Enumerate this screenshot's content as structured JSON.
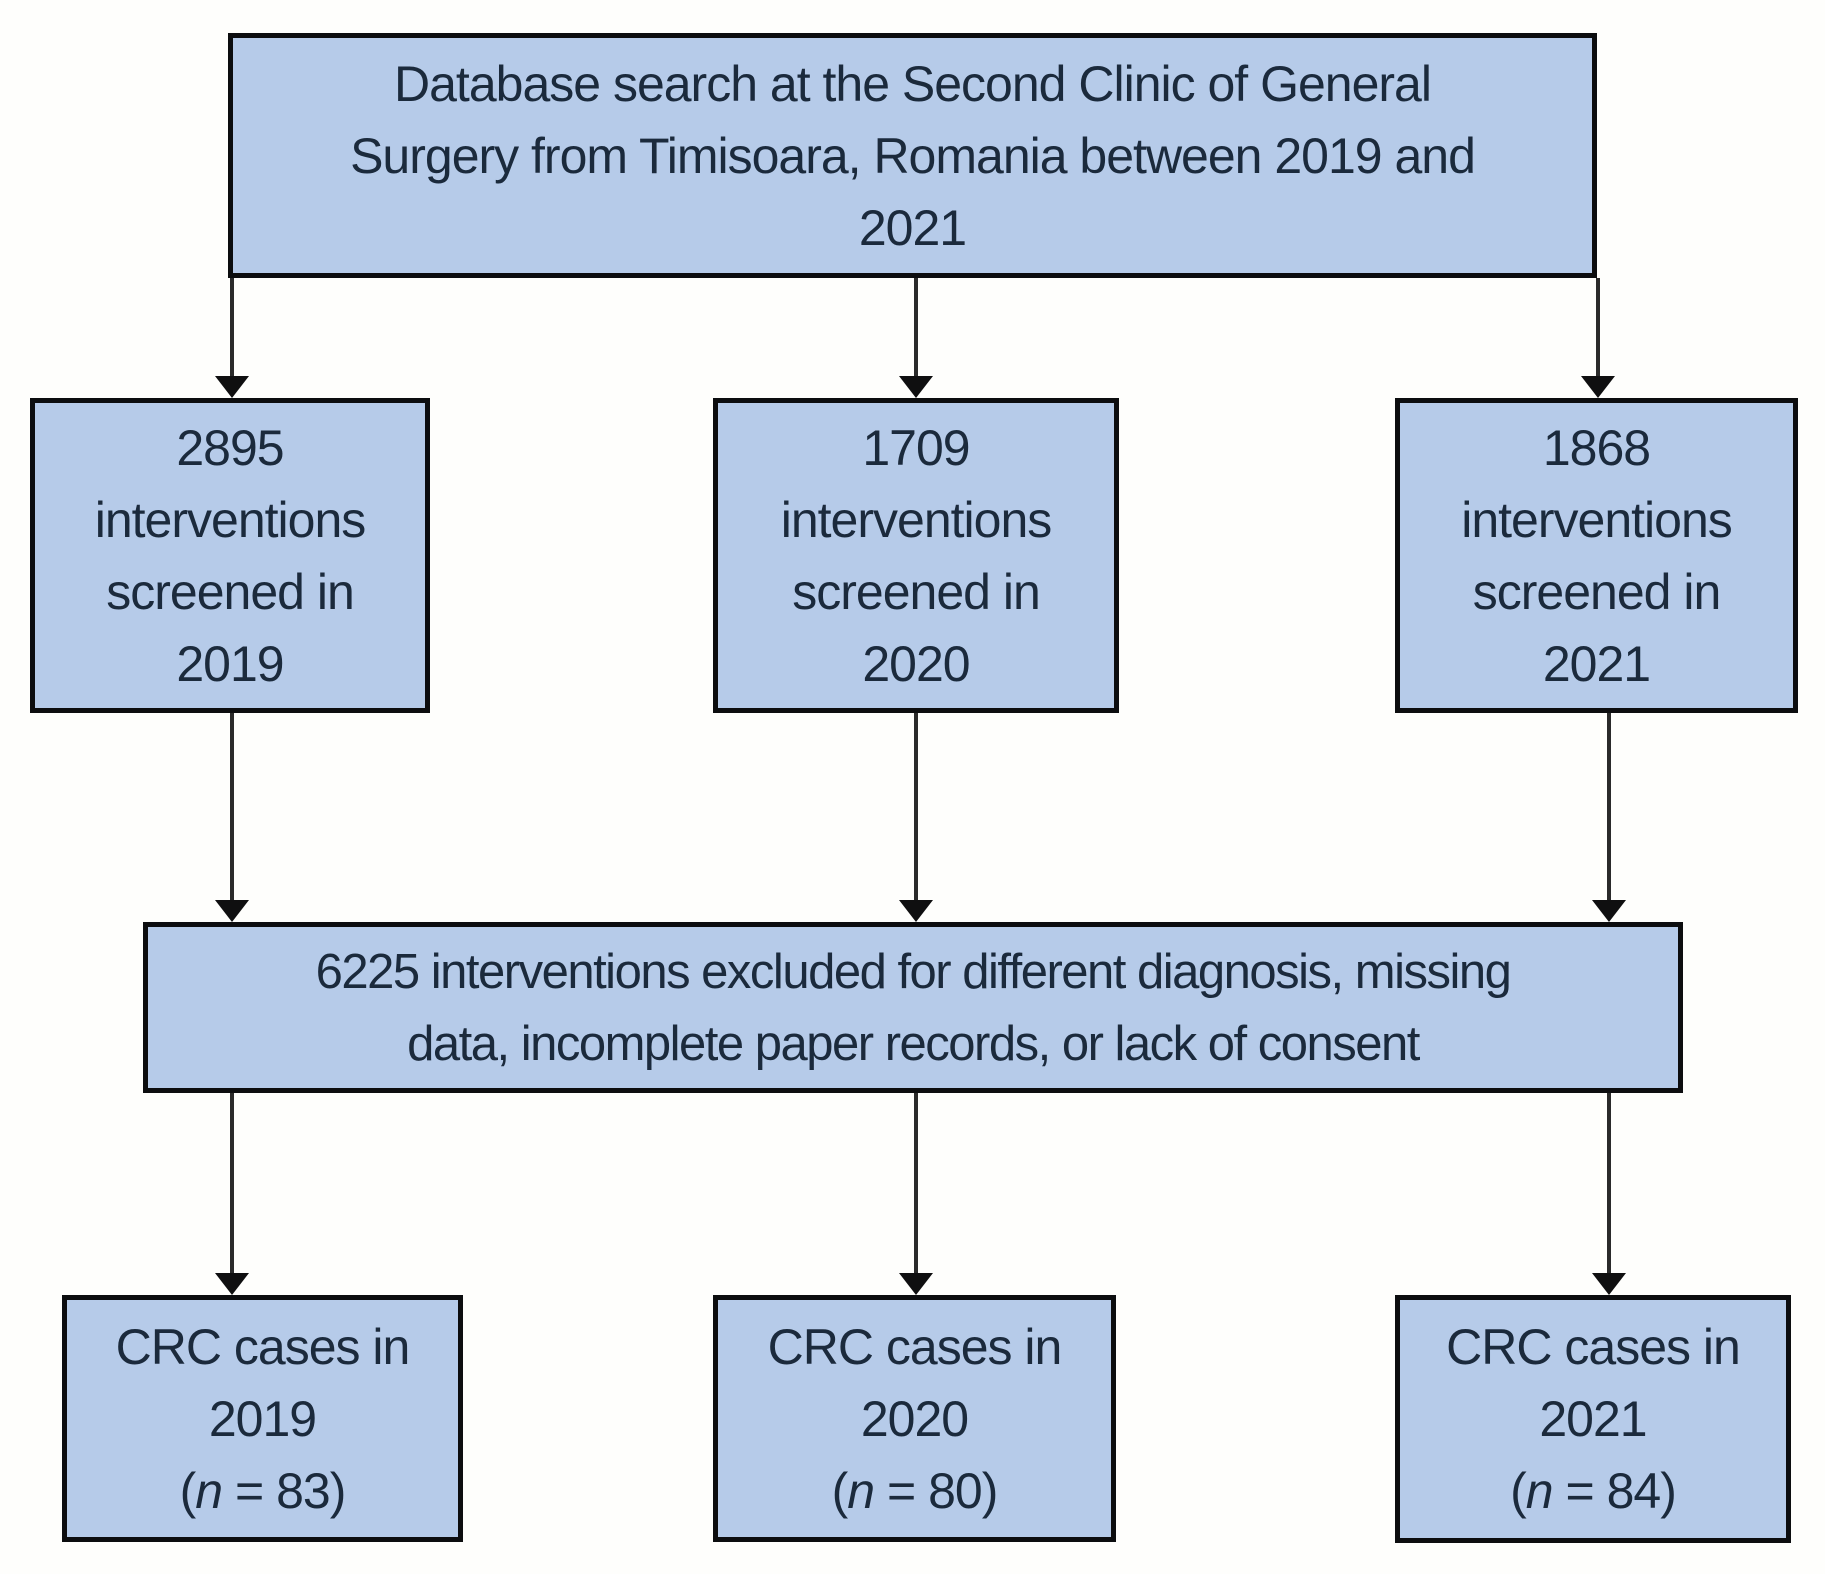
{
  "figure": {
    "colors": {
      "box_fill": "#b6cbe9",
      "box_border": "#0c0d0f",
      "text": "#1b2a3c",
      "arrow": "#0f0f10"
    },
    "top_box": {
      "lines": [
        "Database search at the Second Clinic of General",
        "Surgery from Timisoara, Romania between 2019 and",
        "2021"
      ]
    },
    "screened_boxes": [
      {
        "lines": [
          "2895",
          "interventions",
          "screened in",
          "2019"
        ]
      },
      {
        "lines": [
          "1709",
          "interventions",
          "screened in",
          "2020"
        ]
      },
      {
        "lines": [
          "1868",
          "interventions",
          "screened in",
          "2021"
        ]
      }
    ],
    "excluded_box": {
      "lines": [
        "6225 interventions excluded for different diagnosis, missing",
        "data, incomplete paper records, or lack of consent"
      ]
    },
    "crc_boxes": [
      {
        "line1": "CRC cases in",
        "line2": "2019",
        "n": {
          "open": "(",
          "var": "n",
          "rest": " = 83)"
        }
      },
      {
        "line1": "CRC cases in",
        "line2": "2020",
        "n": {
          "open": "(",
          "var": "n",
          "rest": " = 80)"
        }
      },
      {
        "line1": "CRC cases in",
        "line2": "2021",
        "n": {
          "open": "(",
          "var": "n",
          "rest": " = 84)"
        }
      }
    ]
  }
}
